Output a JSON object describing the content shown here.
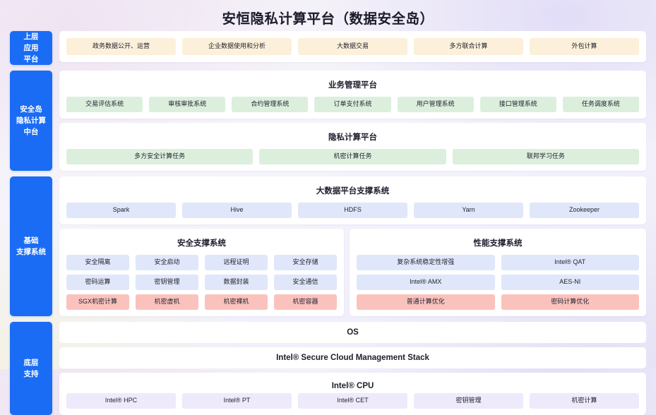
{
  "title": "安恒隐私计算平台（数据安全岛）",
  "colors": {
    "accent": "#1a6cf5",
    "cream": "#fcf0da",
    "green": "#dcefdd",
    "blue": "#e0e7fa",
    "red": "#fbc2bd",
    "purple": "#eee9fb",
    "panel": "#ffffff"
  },
  "bands": [
    {
      "sidebar": "上层\n应用\n平台",
      "panels": [
        {
          "title": "",
          "chips": [
            "政务数据公开、运营",
            "企业数据使用和分析",
            "大数据交易",
            "多方联合计算",
            "外包计算"
          ]
        }
      ]
    },
    {
      "sidebar": "安全岛\n隐私计算\n中台",
      "panels": [
        {
          "title": "业务管理平台",
          "chips": [
            "交易评估系统",
            "审核审批系统",
            "合约管理系统",
            "订单支付系统",
            "用户管理系统",
            "接口管理系统",
            "任务调度系统"
          ]
        },
        {
          "title": "隐私计算平台",
          "chips": [
            "多方安全计算任务",
            "机密计算任务",
            "联邦学习任务"
          ]
        }
      ]
    },
    {
      "sidebar": "基础\n支撑系统",
      "bigdata": {
        "title": "大数据平台支撑系统",
        "chips": [
          "Spark",
          "Hive",
          "HDFS",
          "Yarn",
          "Zookeeper"
        ]
      },
      "security": {
        "title": "安全支撑系统",
        "rows": [
          [
            "安全隔离",
            "安全启动",
            "远程证明",
            "安全存储"
          ],
          [
            "密码运算",
            "密钥管理",
            "数据封装",
            "安全通信"
          ],
          [
            "SGX机密计算",
            "机密虚机",
            "机密裸机",
            "机密容器"
          ]
        ]
      },
      "performance": {
        "title": "性能支撑系统",
        "rows": [
          [
            "复杂系统稳定性增强",
            "Intel® QAT"
          ],
          [
            "Intel® AMX",
            "AES-NI"
          ],
          [
            "普通计算优化",
            "密码计算优化"
          ]
        ]
      }
    },
    {
      "sidebar": "底层\n支持",
      "os": "OS",
      "stack": "Intel® Secure Cloud Management Stack",
      "cpu": "Intel® CPU",
      "cpu_chips": [
        "Intel® HPC",
        "Intel® PT",
        "Intel® CET",
        "密钥管理",
        "机密计算"
      ]
    }
  ]
}
